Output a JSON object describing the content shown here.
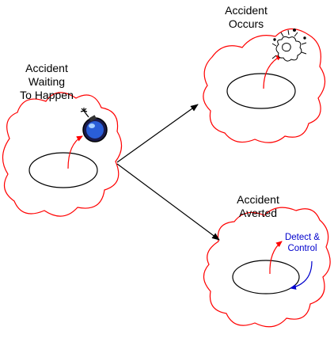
{
  "states": {
    "waiting": {
      "line1": "Accident",
      "line2": "Waiting",
      "line3": "To Happen",
      "icon": "bomb-icon"
    },
    "occurs": {
      "line1": "Accident",
      "line2": "Occurs",
      "icon": "explosion-icon"
    },
    "averted": {
      "line1": "Accident",
      "line2": "Averted",
      "action_line1": "Detect &",
      "action_line2": "Control"
    }
  },
  "colors": {
    "cloud_outline": "#ff0000",
    "hazard_arrow": "#ff0000",
    "control_arrow": "#0000cc",
    "connector": "#000000"
  }
}
